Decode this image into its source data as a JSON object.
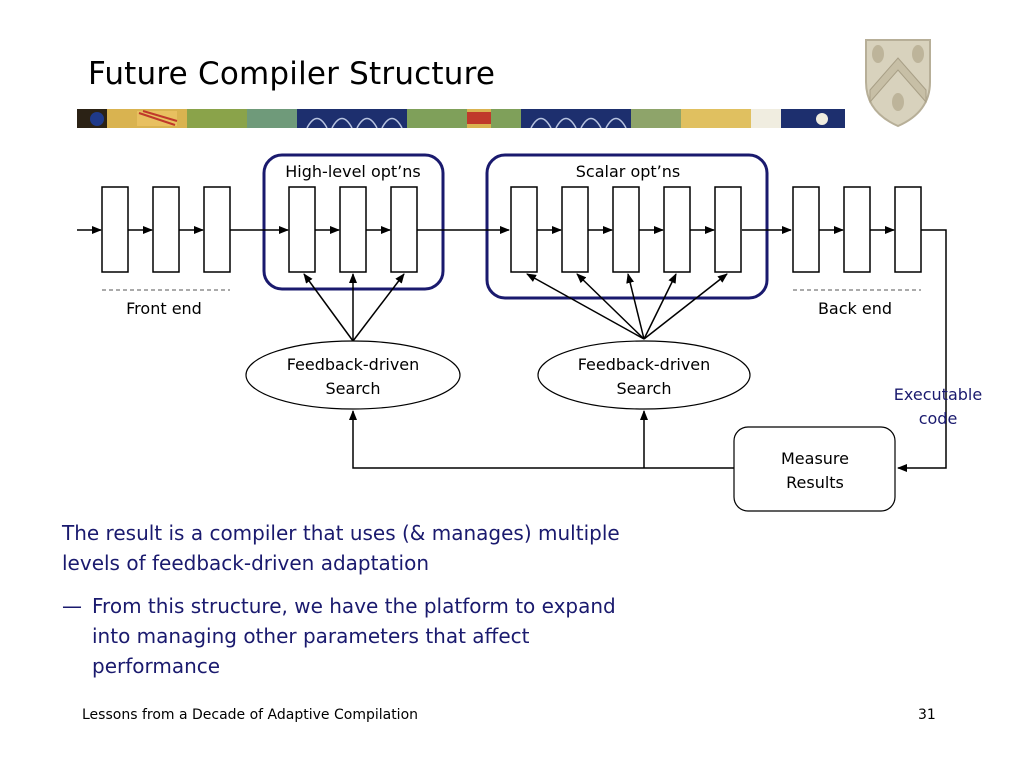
{
  "slide": {
    "title": "Future Compiler Structure",
    "footer": "Lessons from a Decade of Adaptive Compilation",
    "page_number": "31"
  },
  "diagram": {
    "groups": [
      {
        "label": "High-level opt’ns",
        "box_count": 3
      },
      {
        "label": "Scalar opt’ns",
        "box_count": 5
      }
    ],
    "front_end_label": "Front end",
    "back_end_label": "Back end",
    "search_nodes": [
      {
        "line1": "Feedback-driven",
        "line2": "Search"
      },
      {
        "line1": "Feedback-driven",
        "line2": "Search"
      }
    ],
    "executable_label": {
      "line1": "Executable",
      "line2": "code"
    },
    "measure_node": {
      "line1": "Measure",
      "line2": "Results"
    },
    "colors": {
      "group_border": "#1a1a6e",
      "annotation_text": "#1a1a6e",
      "line": "#000000"
    }
  },
  "content": {
    "paragraph": "The result is a compiler that uses (& manages) multiple levels of feedback-driven adaptation",
    "bullet_dash": "—",
    "bullet": "From this structure, we have the platform to expand into managing other parameters that affect performance"
  },
  "text_color": "#1a1a6e"
}
